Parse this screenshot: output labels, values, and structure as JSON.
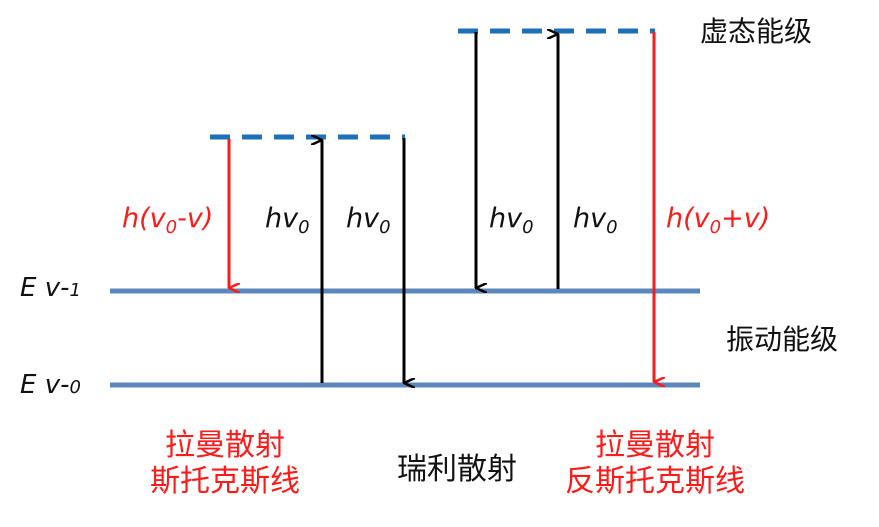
{
  "colors": {
    "level_line": "#5b87bd",
    "virtual_line": "#1f6fb8",
    "stokes_red": "#ff1a1a",
    "arrow_black": "#000000",
    "text": "#111111"
  },
  "labels": {
    "virtual_level": "虚态能级",
    "vibrational_level": "振动能级",
    "level_v1_main": "E v-",
    "level_v1_sub": "1",
    "level_v0_main": "E v-",
    "level_v0_sub": "0"
  },
  "transitions": {
    "stokes_energy_prefix": "h(v",
    "stokes_energy_sub": "0",
    "stokes_energy_suffix": "-v)",
    "anti_stokes_energy_prefix": "h(v",
    "anti_stokes_energy_sub": "0",
    "anti_stokes_energy_suffix": "+v)",
    "photon_main": "hv",
    "photon_sub": "0"
  },
  "captions": {
    "stokes_line1": "拉曼散射",
    "stokes_line2": "斯托克斯线",
    "rayleigh": "瑞利散射",
    "anti_stokes_line1": "拉曼散射",
    "anti_stokes_line2": "反斯托克斯线"
  }
}
